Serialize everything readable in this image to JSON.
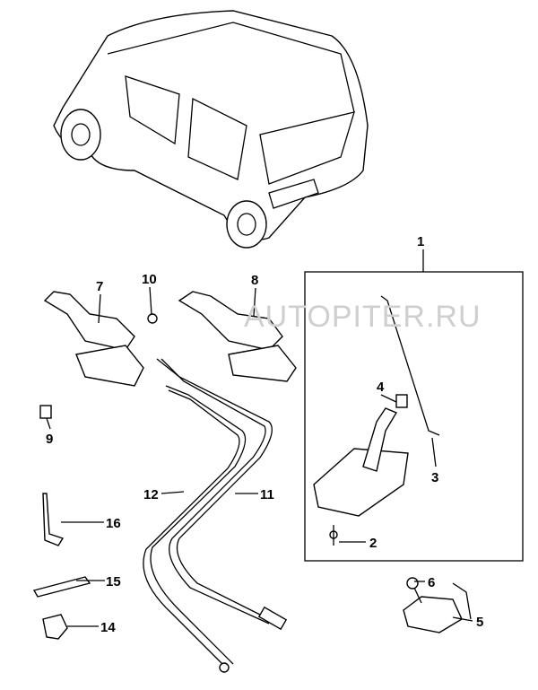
{
  "watermark": "AUTOPITER.RU",
  "callouts": {
    "c1": "1",
    "c2": "2",
    "c3": "3",
    "c4": "4",
    "c5": "5",
    "c6": "6",
    "c7": "7",
    "c8": "8",
    "c9": "9",
    "c10": "10",
    "c11": "11",
    "c12": "12",
    "c14": "14",
    "c15": "15",
    "c16": "16"
  }
}
